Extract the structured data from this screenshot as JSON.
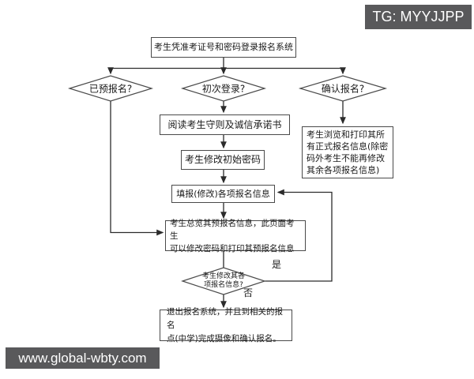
{
  "colors": {
    "background": "#ffffff",
    "badge_bg": "#59595B",
    "badge_text": "#ffffff",
    "line": "#2b2b2b",
    "node_border": "#4a4a4a"
  },
  "badges": {
    "tg": "TG: MYYJJPP",
    "watermark": "www.global-wbty.com"
  },
  "flowchart": {
    "nodes": {
      "start": "考生凭准考证号和密码登录报名系统",
      "decision_preregistered": "已预报名?",
      "decision_first_login": "初次登录?",
      "decision_confirm": "确认报名?",
      "read_rules": "阅读考生守则及诚信承诺书",
      "change_password": "考生修改初始密码",
      "fill_info": "填报(修改)各项报名信息",
      "overview": "考生总览其预报名信息，此页面考生\n可以修改密码和打印其预报名信息",
      "decision_modify": "考生修改其各\n项报名信息?",
      "exit": "退出报名系统，并且到相关的报名\n点(中学)完成摄像和确认报名。",
      "confirm_browse": "考生浏览和打印其所\n有正式报名信息(除密\n码外考生不能再修改\n其余各项报名信息)"
    },
    "labels": {
      "yes": "是",
      "no": "否"
    }
  }
}
